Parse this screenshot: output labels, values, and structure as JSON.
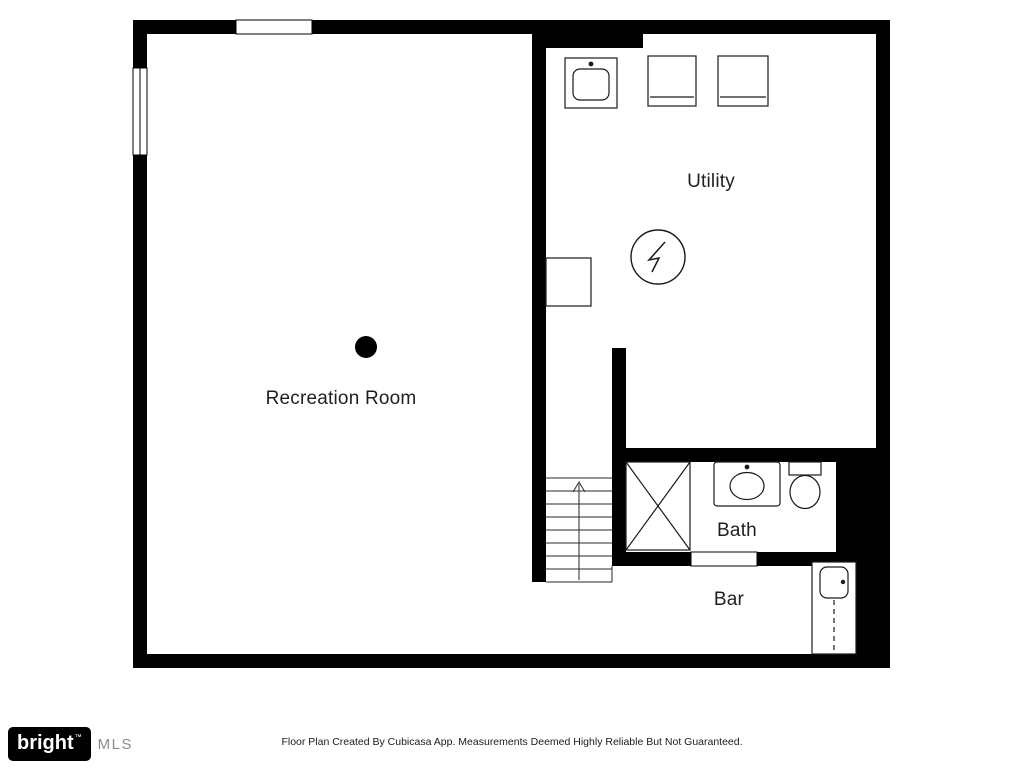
{
  "rooms": {
    "recreation": {
      "label": "Recreation Room"
    },
    "utility": {
      "label": "Utility"
    },
    "bath": {
      "label": "Bath"
    },
    "bar": {
      "label": "Bar"
    }
  },
  "footer": {
    "disclaimer": "Floor Plan Created By Cubicasa App. Measurements Deemed Highly Reliable But Not Guaranteed."
  },
  "branding": {
    "name": "bright",
    "trademark": "™",
    "suffix": "MLS"
  },
  "colors": {
    "wall": "#000000",
    "background": "#ffffff",
    "label_text": "#1f1f1f",
    "mls_gray": "#8c8c8c"
  },
  "fixtures": [
    "utility-sink",
    "washer",
    "dryer",
    "water-heater",
    "electrical-panel",
    "support-column",
    "staircase-up",
    "shower",
    "bathroom-sink",
    "toilet",
    "bar-counter",
    "bar-sink",
    "window-left",
    "window-top",
    "door-bath"
  ]
}
